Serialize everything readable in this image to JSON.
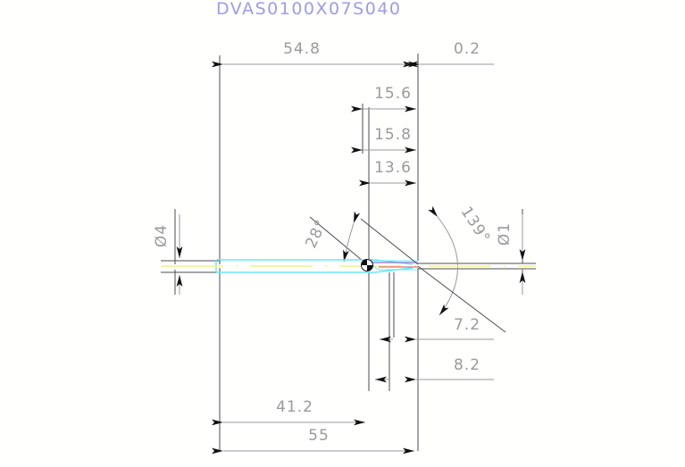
{
  "drawing": {
    "title": "DVAS0100X07S040",
    "title_color": "#9b9bf0",
    "background_color": "#ffffff",
    "line_color": "#4d4d4d",
    "text_color": "#9a9a9a",
    "body_outline_color": "#66e8f5",
    "centerline_color": "#f2f28a",
    "detail_colors": [
      "#8f6fe0",
      "#e86a7a",
      "#66e8f5"
    ]
  },
  "dimensions": {
    "top_overall": "54.8",
    "top_right_gap": "0.2",
    "stack_1": "15.6",
    "stack_2": "15.8",
    "stack_3": "13.6",
    "left_diameter": "Ø4",
    "right_diameter": "Ø1",
    "angle_left": "28°",
    "angle_right": "139°",
    "lower_right_1": "7.2",
    "lower_right_2": "8.2",
    "bottom_inner": "41.2",
    "bottom_overall": "55"
  }
}
